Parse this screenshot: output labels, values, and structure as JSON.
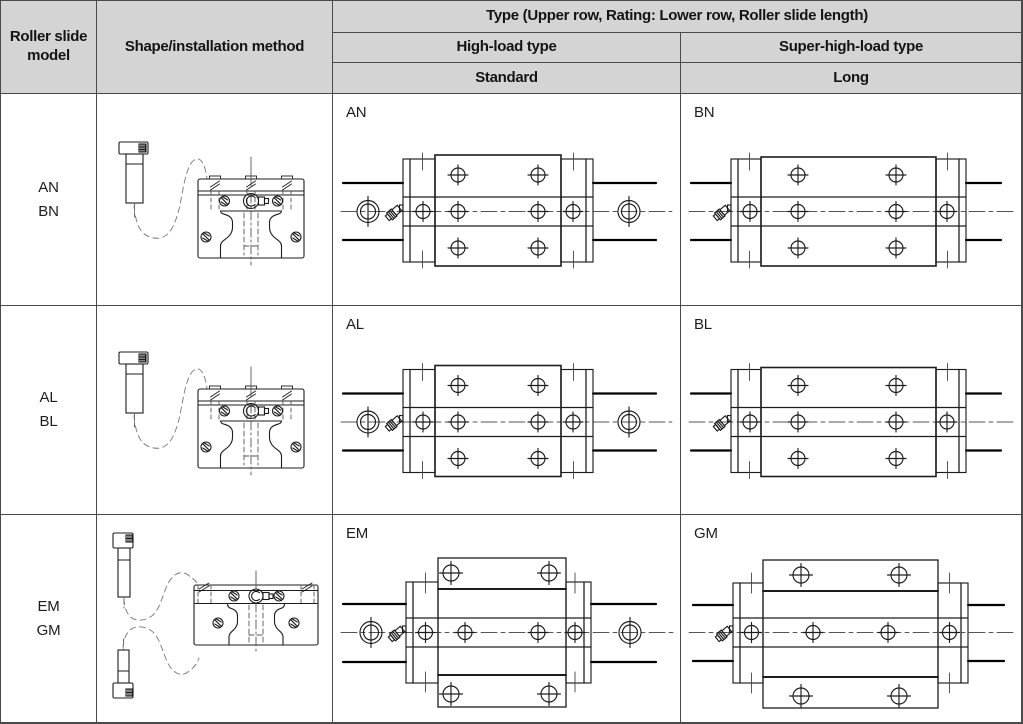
{
  "header": {
    "roller_slide_model": "Roller slide model",
    "shape_installation": "Shape/installation method",
    "type_group": "Type (Upper row, Rating: Lower row, Roller slide length)",
    "high_load": "High-load type",
    "super_high_load": "Super-high-load type",
    "standard": "Standard",
    "long": "Long"
  },
  "rows": [
    {
      "model_line1": "AN",
      "model_line2": "BN",
      "standard_label": "AN",
      "long_label": "BN"
    },
    {
      "model_line1": "AL",
      "model_line2": "BL",
      "standard_label": "AL",
      "long_label": "BL"
    },
    {
      "model_line1": "EM",
      "model_line2": "GM",
      "standard_label": "EM",
      "long_label": "GM"
    }
  ],
  "colors": {
    "header_bg": "#d4d4d4",
    "grid_border": "#4a4a4a",
    "drawing_line": "#1d1d1d"
  },
  "icons": [
    "grease-nipple-icon",
    "mounting-bolt-icon",
    "rail-mounting-hole",
    "crosshair-hole"
  ]
}
